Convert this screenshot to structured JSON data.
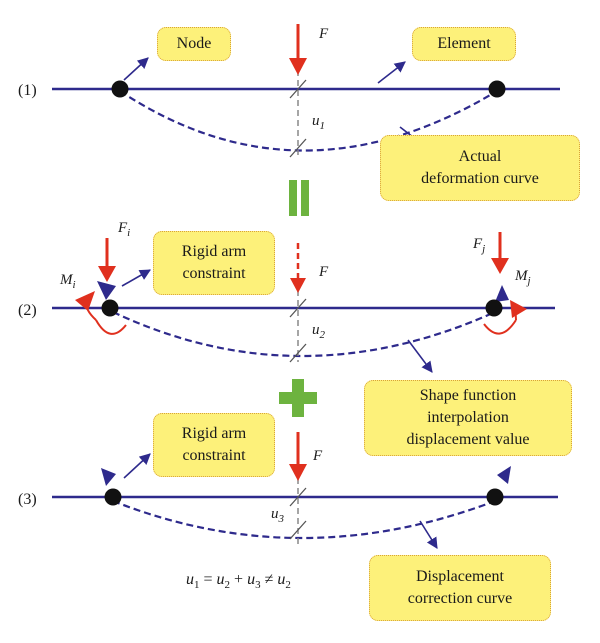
{
  "stages": [
    "(1)",
    "(2)",
    "(3)"
  ],
  "labels": {
    "node": "Node",
    "element": "Element",
    "actual_curve": [
      "Actual",
      "deformation curve"
    ],
    "rigid_arm_2": [
      "Rigid arm",
      "constraint"
    ],
    "shape_function": [
      "Shape function",
      "interpolation",
      "displacement value"
    ],
    "rigid_arm_3": [
      "Rigid arm",
      "constraint"
    ],
    "correction_curve": [
      "Displacement",
      "correction curve"
    ]
  },
  "symbols": {
    "F": "F",
    "Fi_base": "F",
    "Fi_sub": "i",
    "Fj_base": "F",
    "Fj_sub": "j",
    "Mi_base": "M",
    "Mi_sub": "i",
    "Mj_base": "M",
    "Mj_sub": "j",
    "u1_base": "u",
    "u1_sub": "1",
    "u2_base": "u",
    "u2_sub": "2",
    "u3_base": "u",
    "u3_sub": "3"
  },
  "equation": {
    "parts": [
      "u",
      "1",
      " = ",
      "u",
      "2",
      " + ",
      "u",
      "3",
      " ≠ ",
      "u",
      "2"
    ]
  },
  "operators": {
    "equals": "equals-icon",
    "plus": "plus-icon"
  },
  "colors": {
    "beam": "#2e2a8c",
    "force": "#e0301e",
    "node": "#111111",
    "box_fill": "#fdf17a",
    "box_border": "#d9a23a",
    "operator": "#6db33f"
  }
}
